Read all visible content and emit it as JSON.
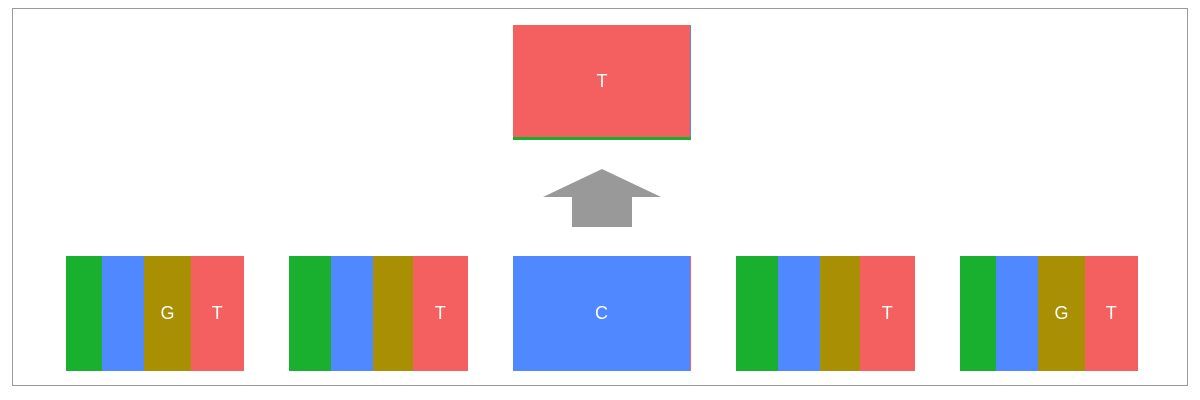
{
  "colors": {
    "A": "#19b030",
    "C": "#5088ff",
    "G": "#a88f04",
    "T": "#f46060",
    "arrow": "#999999",
    "frame": "#9a9a9a"
  },
  "top_block": {
    "label": "T",
    "dominant_base": "T",
    "minor_bases": [
      "A",
      "C"
    ]
  },
  "arrow_icon": "up-arrow-icon",
  "blocks": [
    {
      "segments": [
        {
          "base": "A",
          "fraction": 0.2,
          "label": ""
        },
        {
          "base": "C",
          "fraction": 0.24,
          "label": ""
        },
        {
          "base": "G",
          "fraction": 0.26,
          "label": "G"
        },
        {
          "base": "T",
          "fraction": 0.3,
          "label": "T"
        }
      ]
    },
    {
      "segments": [
        {
          "base": "A",
          "fraction": 0.235,
          "label": ""
        },
        {
          "base": "C",
          "fraction": 0.235,
          "label": ""
        },
        {
          "base": "G",
          "fraction": 0.22,
          "label": ""
        },
        {
          "base": "T",
          "fraction": 0.31,
          "label": "T"
        }
      ]
    },
    {
      "segments": [
        {
          "base": "C",
          "fraction": 0.994,
          "label": "C"
        },
        {
          "base": "T",
          "fraction": 0.006,
          "label": ""
        }
      ]
    },
    {
      "segments": [
        {
          "base": "A",
          "fraction": 0.235,
          "label": ""
        },
        {
          "base": "C",
          "fraction": 0.235,
          "label": ""
        },
        {
          "base": "G",
          "fraction": 0.22,
          "label": ""
        },
        {
          "base": "T",
          "fraction": 0.31,
          "label": "T"
        }
      ]
    },
    {
      "segments": [
        {
          "base": "A",
          "fraction": 0.2,
          "label": ""
        },
        {
          "base": "C",
          "fraction": 0.24,
          "label": ""
        },
        {
          "base": "G",
          "fraction": 0.26,
          "label": "G"
        },
        {
          "base": "T",
          "fraction": 0.3,
          "label": "T"
        }
      ]
    }
  ]
}
